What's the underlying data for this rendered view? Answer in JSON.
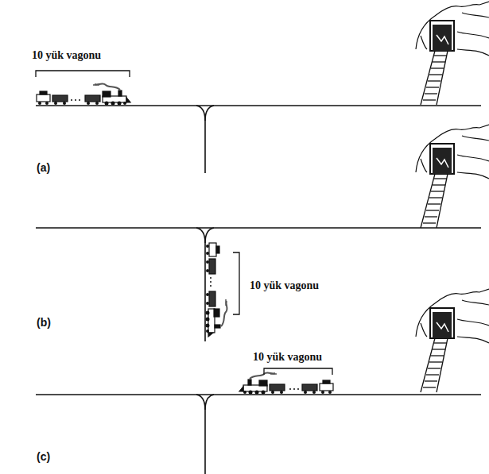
{
  "diagram": {
    "labels": [
      "10 yük vagonu",
      "(a)",
      "10 yük vagonu",
      "(b)",
      "10 yük vagonu",
      "(c)"
    ]
  }
}
